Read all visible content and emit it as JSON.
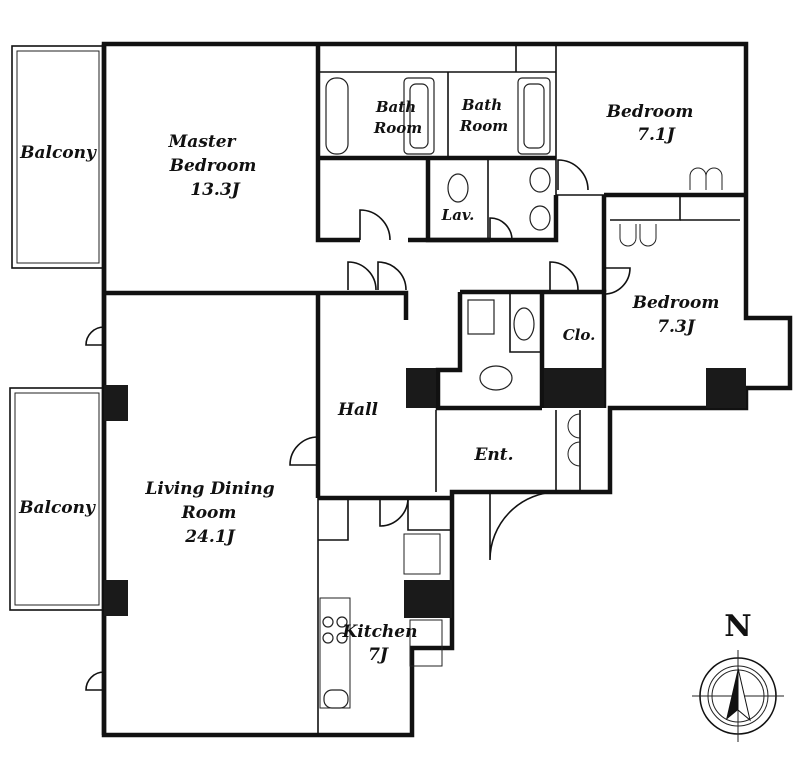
{
  "rooms": {
    "balcony_top": "Balcony",
    "master_bedroom": {
      "name_line1": "Master",
      "name_line2": "Bedroom",
      "size": "13.3J"
    },
    "bath_room_1": {
      "line1": "Bath",
      "line2": "Room"
    },
    "bath_room_2": {
      "line1": "Bath",
      "line2": "Room"
    },
    "lav": "Lav.",
    "bedroom_1": {
      "name": "Bedroom",
      "size": "7.1J"
    },
    "bedroom_2": {
      "name": "Bedroom",
      "size": "7.3J"
    },
    "closet": "Clo.",
    "hall": "Hall",
    "entrance": "Ent.",
    "balcony_bottom": "Balcony",
    "living_dining": {
      "name_line1": "Living Dining",
      "name_line2": "Room",
      "size": "24.1J"
    },
    "kitchen": {
      "name": "Kitchen",
      "size": "7J"
    }
  },
  "compass": {
    "label": "N",
    "icon": "compass-icon"
  }
}
